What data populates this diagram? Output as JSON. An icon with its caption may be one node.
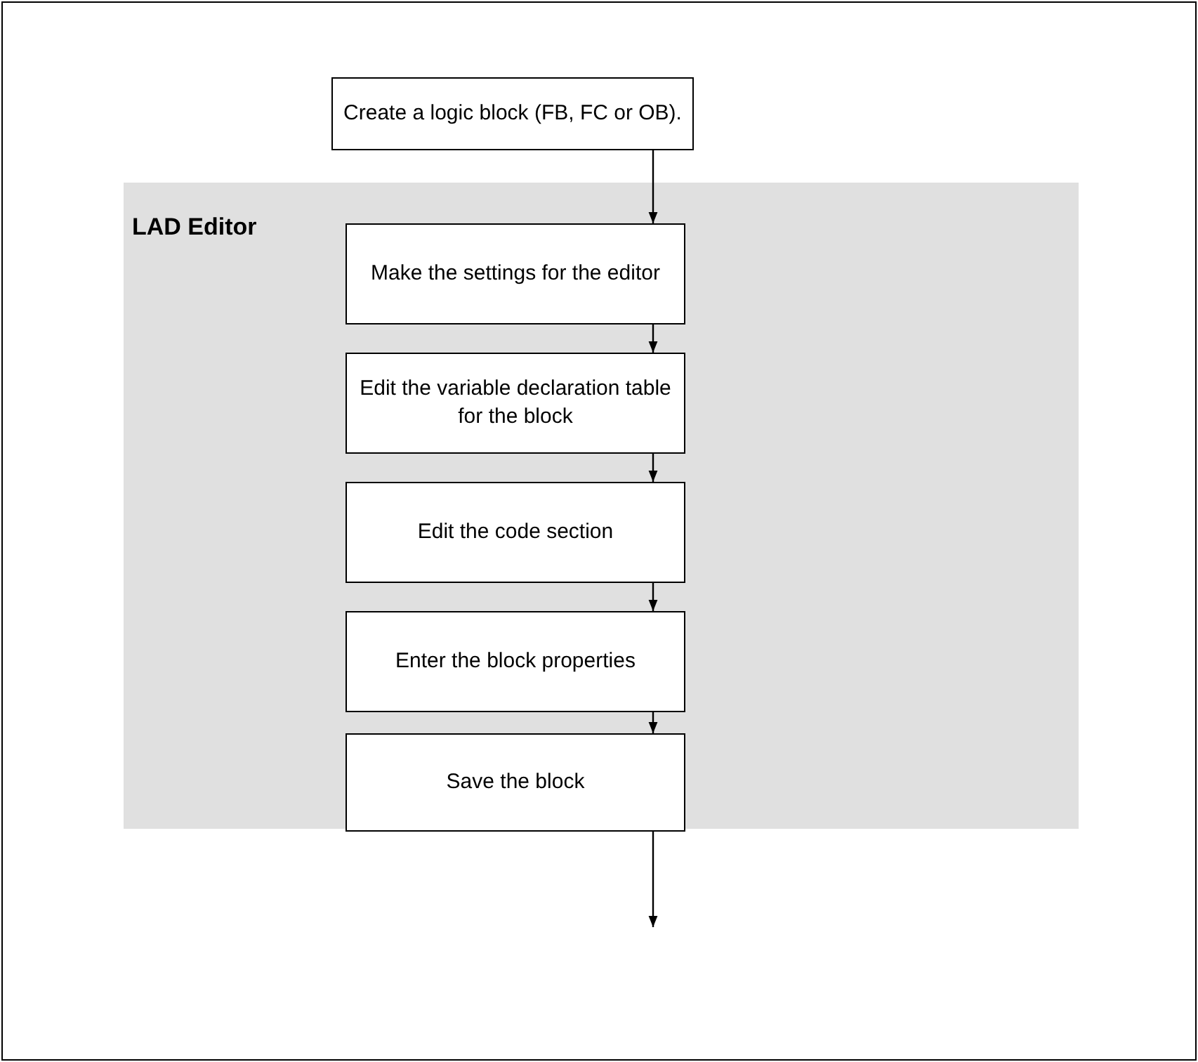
{
  "diagram": {
    "nodes": [
      {
        "text": [
          "Create a logic block (FB, FC or OB)."
        ]
      },
      {
        "text": [
          "LAD Editor"
        ]
      },
      {
        "text": [
          "Make the settings for the editor"
        ],
        "in": 1
      },
      {
        "text": [
          "Edit the variable declaration table for the block"
        ],
        "in": 1
      },
      {
        "text": [
          "Edit the code section"
        ],
        "in": 1
      },
      {
        "text": [
          "Enter the block properties"
        ],
        "in": 1
      },
      {
        "text": [
          "Save the block"
        ],
        "in": 1
      }
    ],
    "edges": [
      {
        "from": 0,
        "to": 2,
        "arrow": "to"
      },
      {
        "from": 2,
        "to": 3,
        "arrow": "to"
      },
      {
        "from": 3,
        "to": 4,
        "arrow": "to"
      },
      {
        "from": 4,
        "to": 5,
        "arrow": "to"
      },
      {
        "from": 5,
        "to": 6,
        "arrow": "to"
      },
      {
        "from": 6,
        "to": null,
        "arrow": "to"
      }
    ]
  }
}
